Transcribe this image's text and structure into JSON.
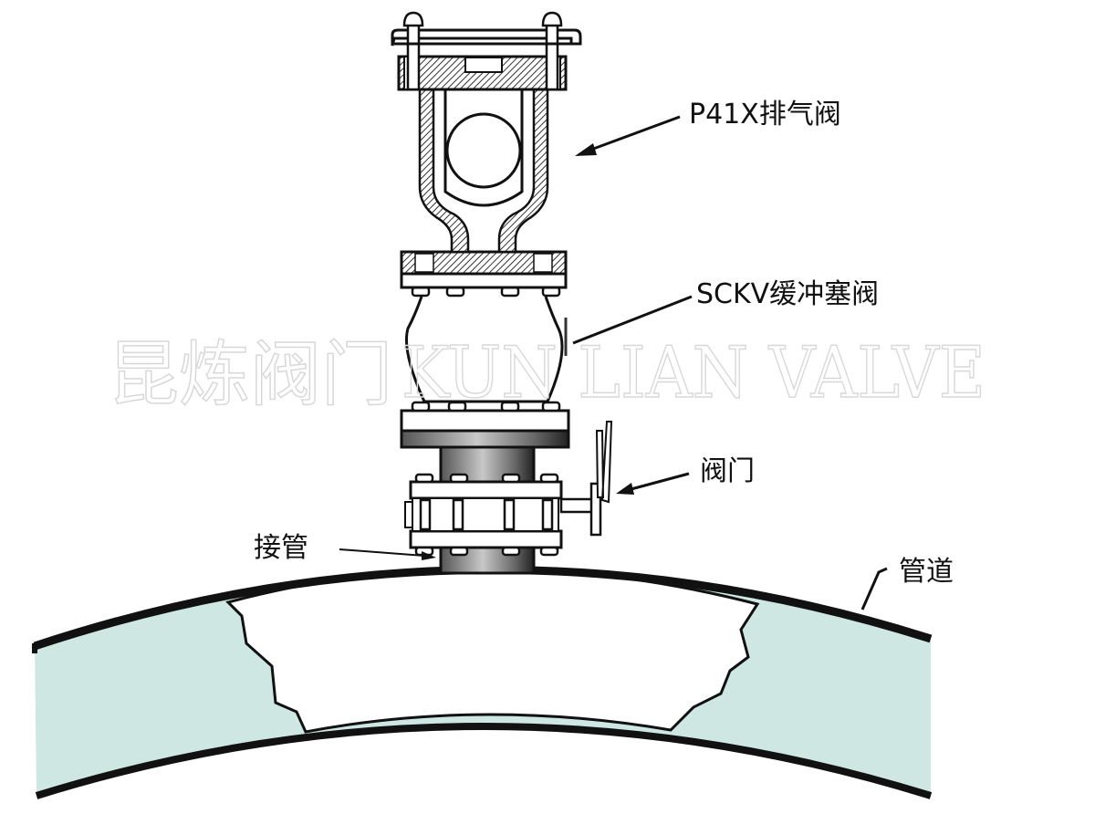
{
  "labels": {
    "air_valve": "P41X排气阀",
    "buffer_valve": "SCKV缓冲塞阀",
    "gate_valve": "阀门",
    "nozzle": "接管",
    "pipeline": "管道"
  },
  "watermark": {
    "cn": "昆炼阀门",
    "en": "KUN LIAN VALVE"
  },
  "colors": {
    "pipe_fill": "#cfe7e3",
    "line": "#111111"
  }
}
